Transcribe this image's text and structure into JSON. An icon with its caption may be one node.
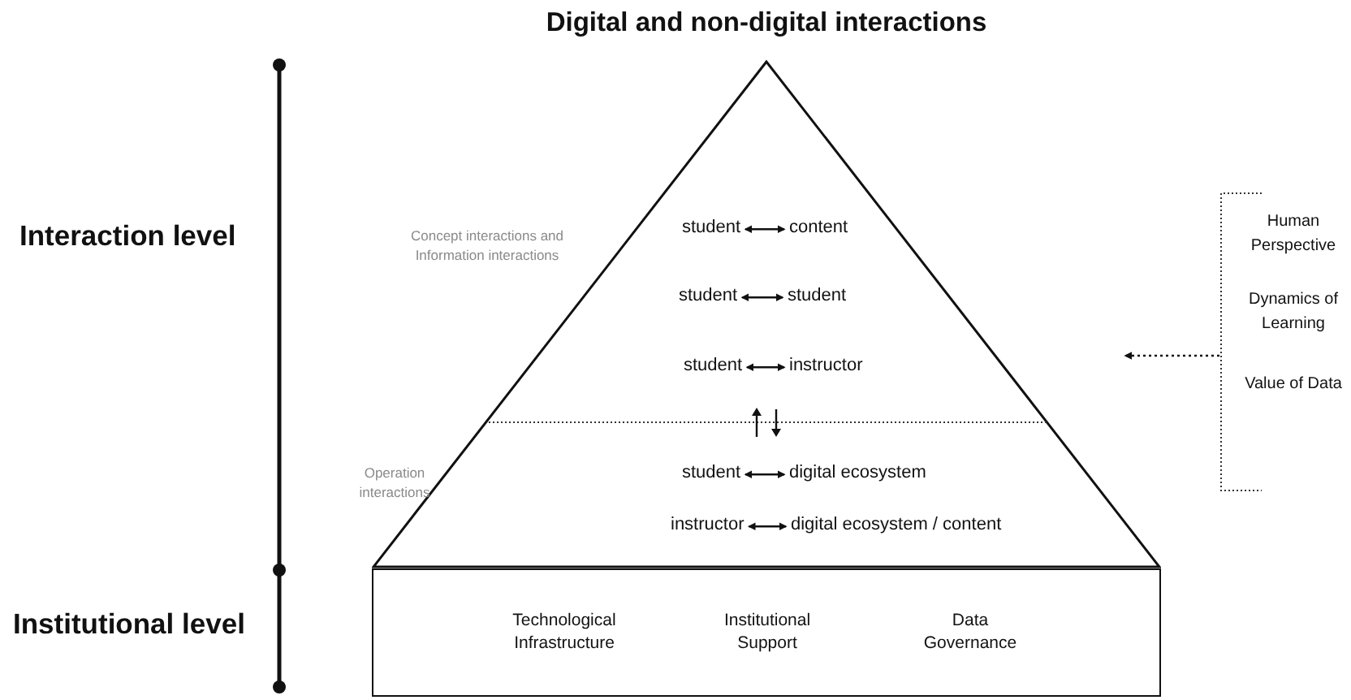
{
  "diagram": {
    "title": "Digital and non-digital interactions",
    "nodes": [
      {
        "text": [],
        "shape": "triangle"
      },
      {
        "text": [
          "student"
        ],
        "in": 0
      },
      {
        "text": [
          "content"
        ],
        "in": 0
      },
      {
        "text": [
          "student"
        ],
        "in": 0
      },
      {
        "text": [
          "student"
        ],
        "in": 0
      },
      {
        "text": [
          "student"
        ],
        "in": 0
      },
      {
        "text": [
          "instructor"
        ],
        "in": 0
      },
      {
        "text": [
          "student"
        ],
        "in": 0
      },
      {
        "text": [
          "digital ecosystem"
        ],
        "in": 0
      },
      {
        "text": [
          "instructor"
        ],
        "in": 0
      },
      {
        "text": [
          "digital ecosystem / content"
        ],
        "in": 0
      },
      {
        "text": [
          "Technological Infrastructure",
          "Institutional Support",
          "Data Governance"
        ]
      },
      {
        "text": [
          "Human Perspective",
          "Dynamics of Learning",
          "Value of Data"
        ]
      }
    ],
    "edges": [
      {
        "from": 1,
        "to": 2,
        "arrow": "both"
      },
      {
        "from": 3,
        "to": 4,
        "arrow": "both"
      },
      {
        "from": 5,
        "to": 6,
        "arrow": "both"
      },
      {
        "from": 7,
        "to": 8,
        "arrow": "both"
      },
      {
        "from": 9,
        "to": 10,
        "arrow": "both"
      },
      {
        "from": 12,
        "to": null,
        "arrow": "to",
        "style": "dashed"
      }
    ],
    "labels": [
      "Interaction level",
      "Concept interactions and Information interactions",
      "Operation interactions",
      "Institutional level"
    ]
  }
}
